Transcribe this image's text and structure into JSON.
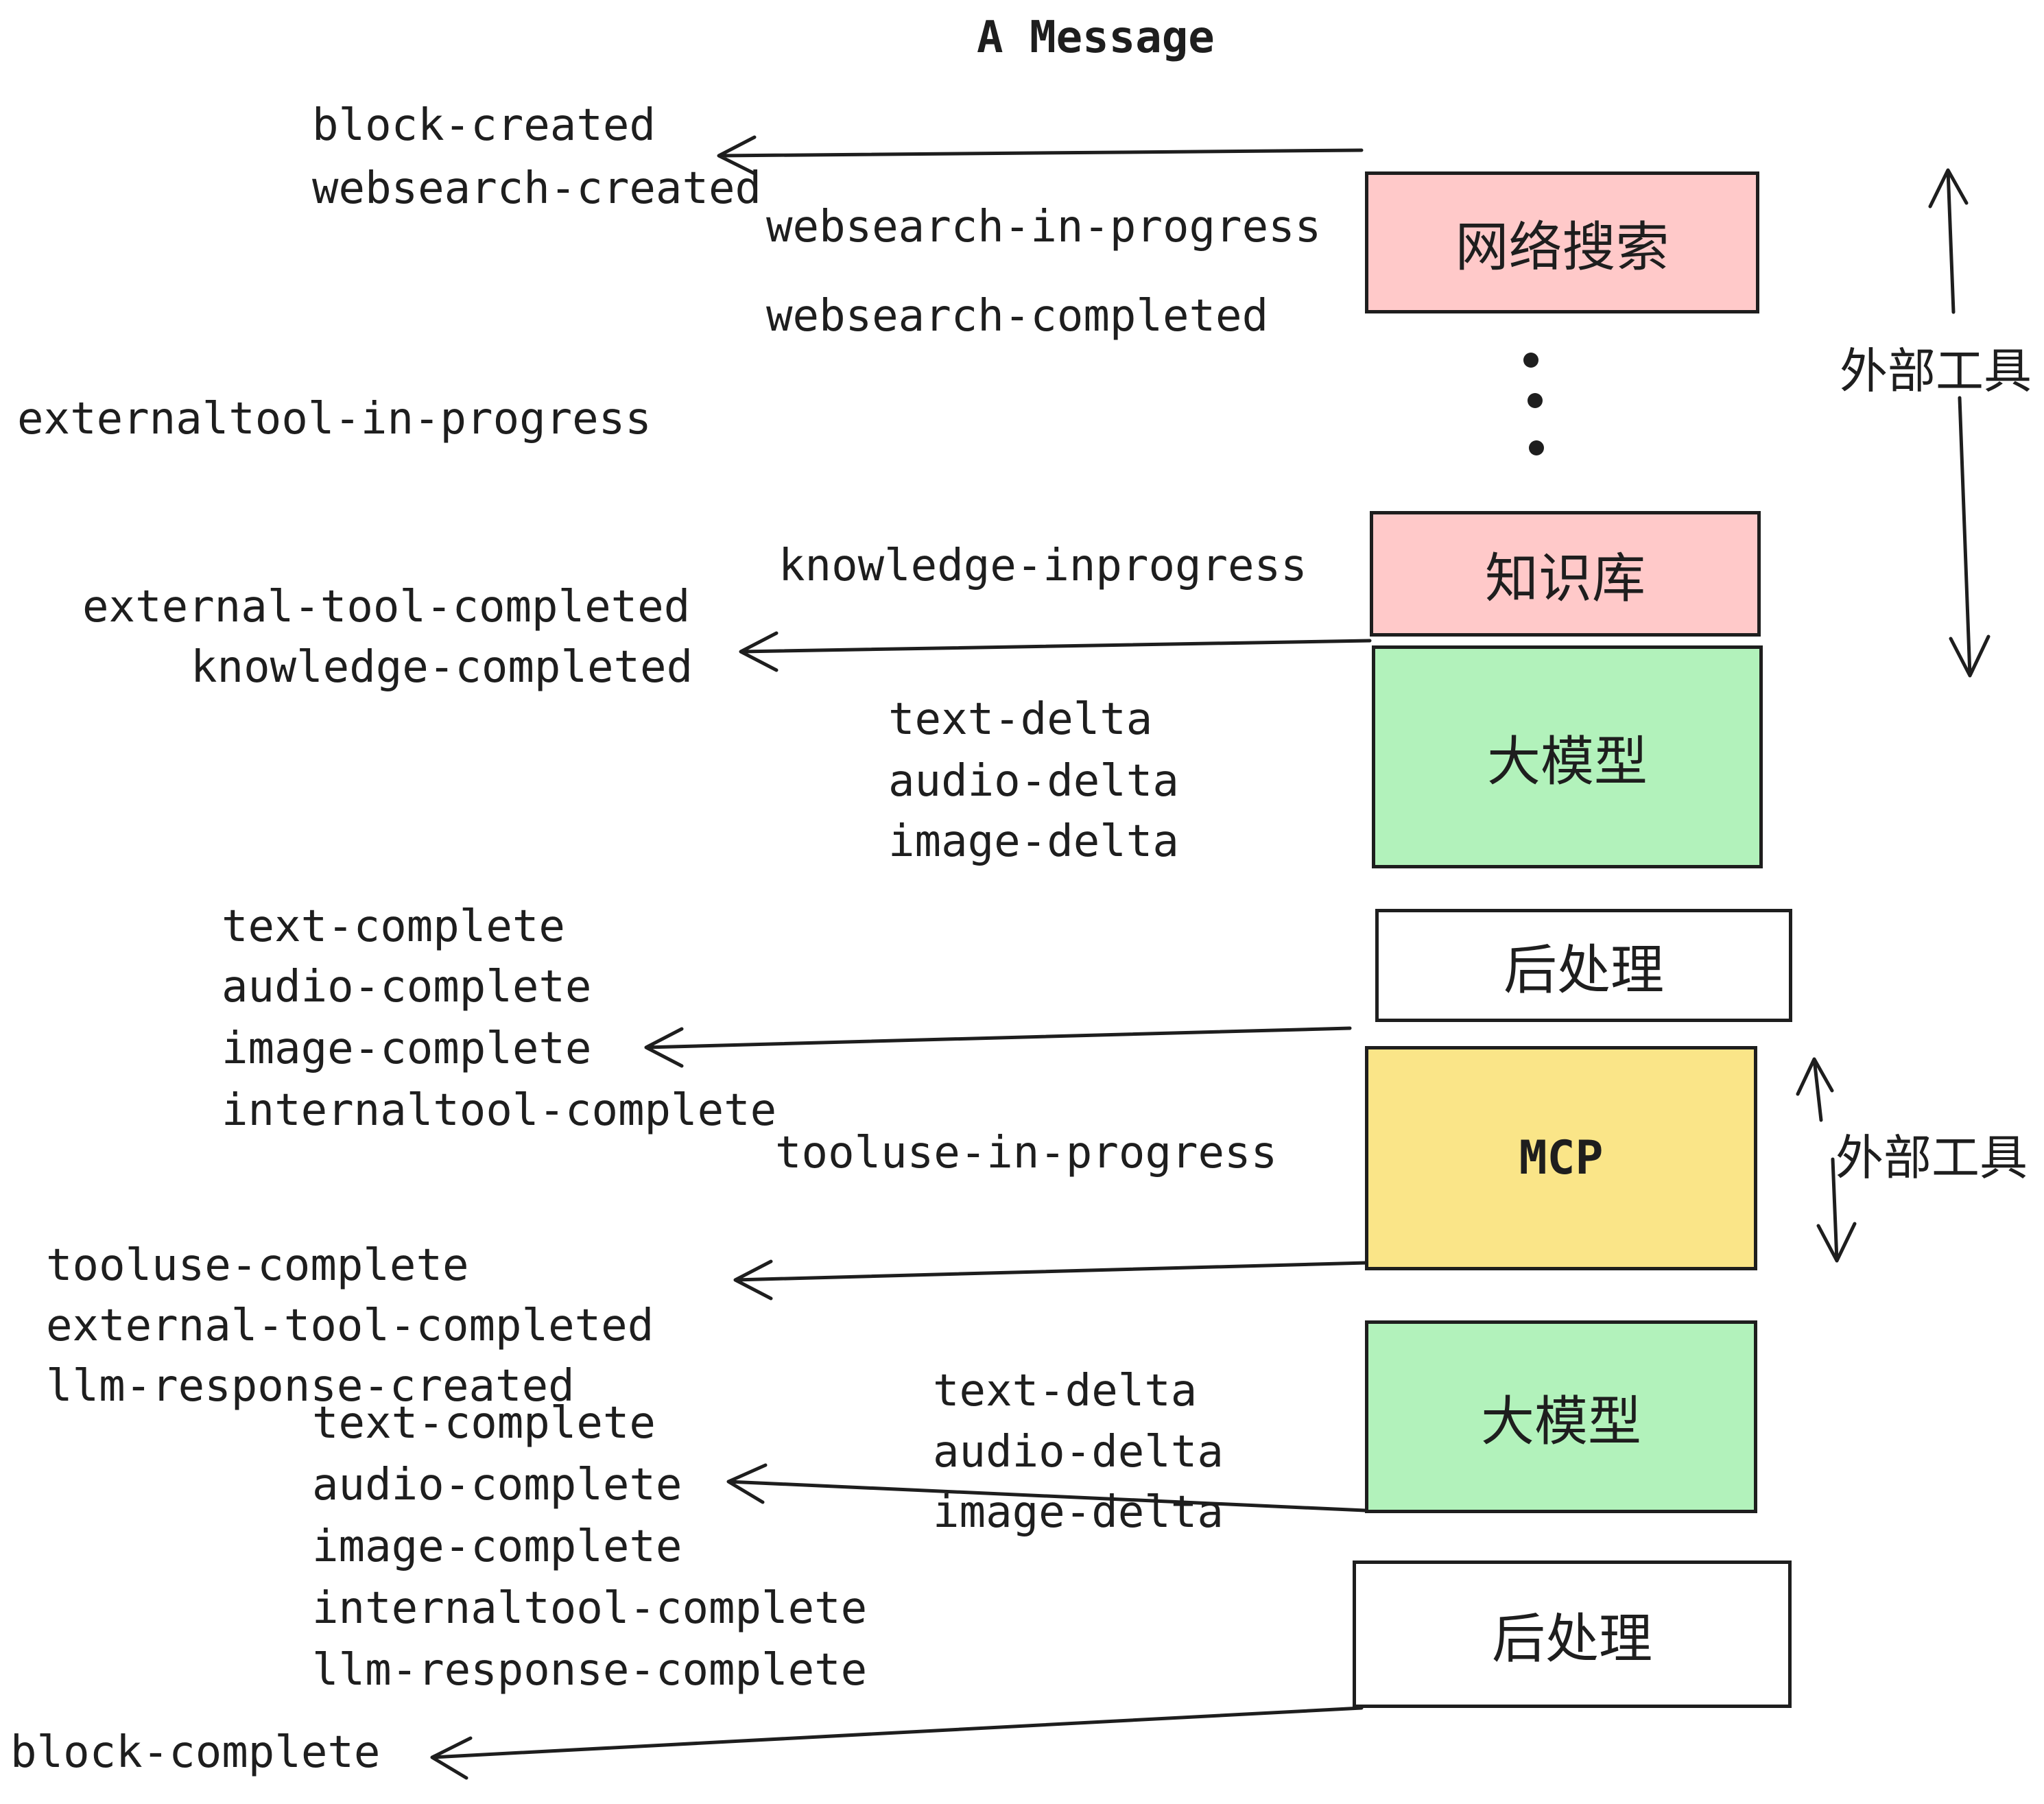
{
  "title": "A Message",
  "colors": {
    "ink": "#1e1e1e",
    "pink": "#ffc9c9",
    "green": "#b2f2bb",
    "yellow": "#fae588",
    "white": "#ffffff"
  },
  "boxes": {
    "websearch": {
      "label": "网络搜索",
      "color": "#ffc9c9"
    },
    "knowledge": {
      "label": "知识库",
      "color": "#ffc9c9"
    },
    "llm1": {
      "label": "大模型",
      "color": "#b2f2bb"
    },
    "post1": {
      "label": "后处理",
      "color": "#ffffff"
    },
    "mcp": {
      "label": "MCP",
      "color": "#fae588"
    },
    "llm2": {
      "label": "大模型",
      "color": "#b2f2bb"
    },
    "post2": {
      "label": "后处理",
      "color": "#ffffff"
    }
  },
  "side_labels": {
    "external_tools_top": "外部工具",
    "external_tools_mcp": "外部工具"
  },
  "events": {
    "block_created": "block-created",
    "websearch_created": "websearch-created",
    "websearch_in_progress": "websearch-in-progress",
    "websearch_completed": "websearch-completed",
    "externaltool_in_progress": "externaltool-in-progress",
    "knowledge_inprogress": "knowledge-inprogress",
    "external_tool_completed": "external-tool-completed",
    "knowledge_completed": "knowledge-completed",
    "text_delta_1": "text-delta",
    "audio_delta_1": "audio-delta",
    "image_delta_1": "image-delta",
    "text_complete_1": "text-complete",
    "audio_complete_1": "audio-complete",
    "image_complete_1": "image-complete",
    "internaltool_complete_1": "internaltool-complete",
    "tooluse_in_progress": "tooluse-in-progress",
    "tooluse_complete": "tooluse-complete",
    "external_tool_completed_2": "external-tool-completed",
    "llm_response_created": "llm-response-created",
    "text_complete_2": "text-complete",
    "audio_complete_2": "audio-complete",
    "image_complete_2": "image-complete",
    "internaltool_complete_2": "internaltool-complete",
    "llm_response_complete": "llm-response-complete",
    "text_delta_2": "text-delta",
    "audio_delta_2": "audio-delta",
    "image_delta_2": "image-delta",
    "block_complete": "block-complete"
  }
}
